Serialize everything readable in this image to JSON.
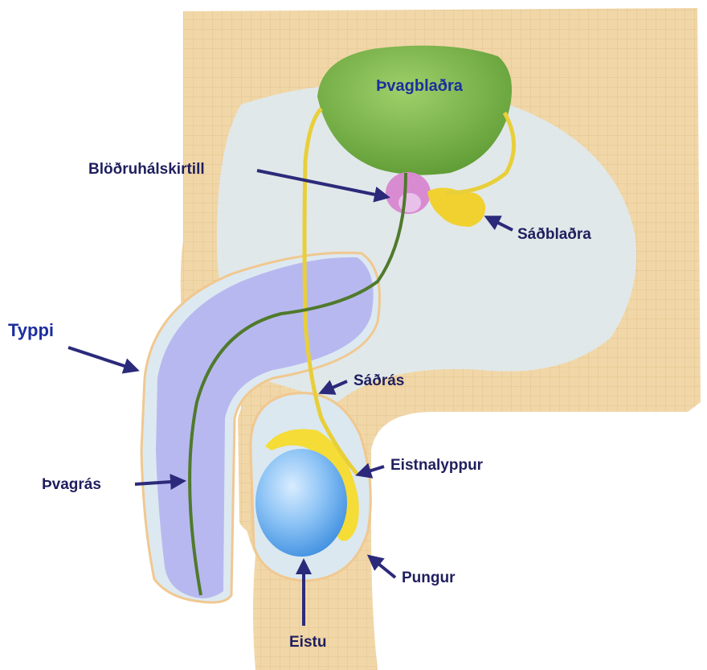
{
  "labels": {
    "bladder": "Þvagblaðra",
    "prostate": "Blöðruhálskirtill",
    "seminal_vesicle": "Sáðblaðra",
    "penis": "Typpi",
    "vas_deferens": "Sáðrás",
    "epididymis": "Eistnalyppur",
    "urethra": "Þvagrás",
    "scrotum": "Pungur",
    "testis": "Eistu"
  },
  "colors": {
    "body": "#f1d7a8",
    "grid": "#e2bf86",
    "bladder": "#7cb84a",
    "prostate": "#d78ad0",
    "seminal_vesicle": "#f0d130",
    "penis": "#b9b9f0",
    "testis": "#66aef0",
    "duct": "#e8cf3a",
    "urethra": "#4f7a2c",
    "label_text": "#1f1f5e",
    "label_blue": "#1c2f9e",
    "arrow": "#2b2a7a"
  }
}
